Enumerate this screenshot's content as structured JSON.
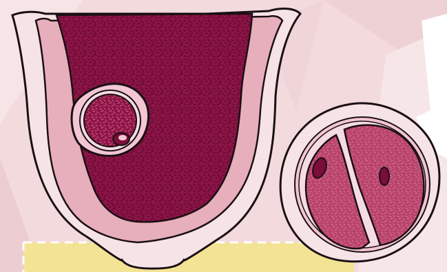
{
  "colors": {
    "background": "#f2dadd",
    "facets_light": "#f7e6e8",
    "facets_dark": "#eccdd2",
    "outline": "#1a0f14",
    "tissue_outer": "#f5e3e6",
    "tissue_mid": "#e7aebb",
    "endometrium": "#8c1446",
    "speckle": "#5c0a2c",
    "cell_fill": "#b8426a",
    "cell_speckle": "#d46e93",
    "egg_membrane": "#f2c6d2",
    "nucleus": "#7a0e3a",
    "label_box": "#f3e394",
    "label_dash": "#ffffff",
    "callout": "#ffffff"
  },
  "objects": {
    "uterus": "uterine-cross-section",
    "implanting_egg": "single-cell-embryo",
    "two_cell": "two-cell-embryo",
    "label_area": "dashed-label-box",
    "callout": "speech-callout"
  }
}
